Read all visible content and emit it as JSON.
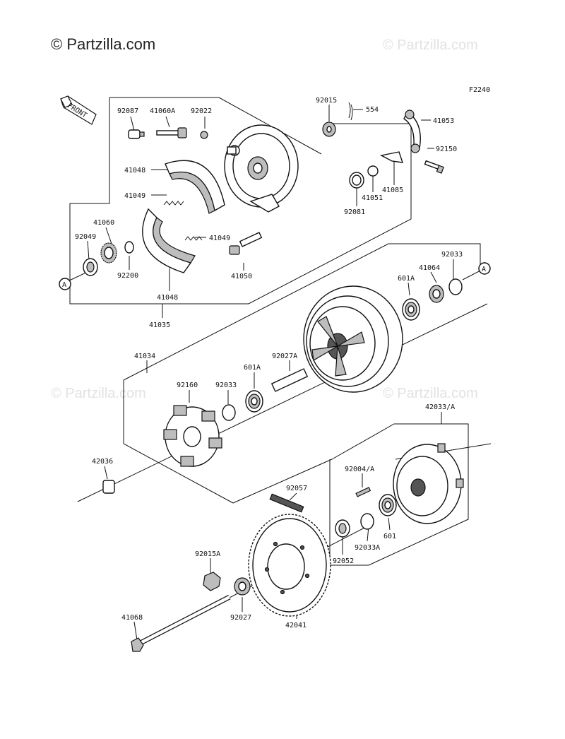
{
  "watermarks": {
    "main": "© Partzilla.com",
    "faint": "© Partzilla.com"
  },
  "figure_code": "F2240",
  "front_label": "FRONT",
  "ref_marker": "A",
  "parts": {
    "p92087": "92087",
    "p41060A": "41060A",
    "p92022": "92022",
    "p92015": "92015",
    "p554": "554",
    "p41053": "41053",
    "p92150": "92150",
    "p41085": "41085",
    "p41051": "41051",
    "p92081": "92081",
    "p41048_top": "41048",
    "p41049_top": "41049",
    "p41049_bot": "41049",
    "p41060": "41060",
    "p92049": "92049",
    "p92200": "92200",
    "p41048_bot": "41048",
    "p41050": "41050",
    "p41035": "41035",
    "p92033_top": "92033",
    "p41064": "41064",
    "p601A_top": "601A",
    "p41034": "41034",
    "p92027A": "92027A",
    "p92160": "92160",
    "p92033_mid": "92033",
    "p601A_mid": "601A",
    "p42033A": "42033/A",
    "p42036": "42036",
    "p92004A": "92004/A",
    "p92057": "92057",
    "p601": "601",
    "p92033A": "92033A",
    "p92052": "92052",
    "p92015A": "92015A",
    "p92027": "92027",
    "p42041": "42041",
    "p41068": "41068"
  }
}
